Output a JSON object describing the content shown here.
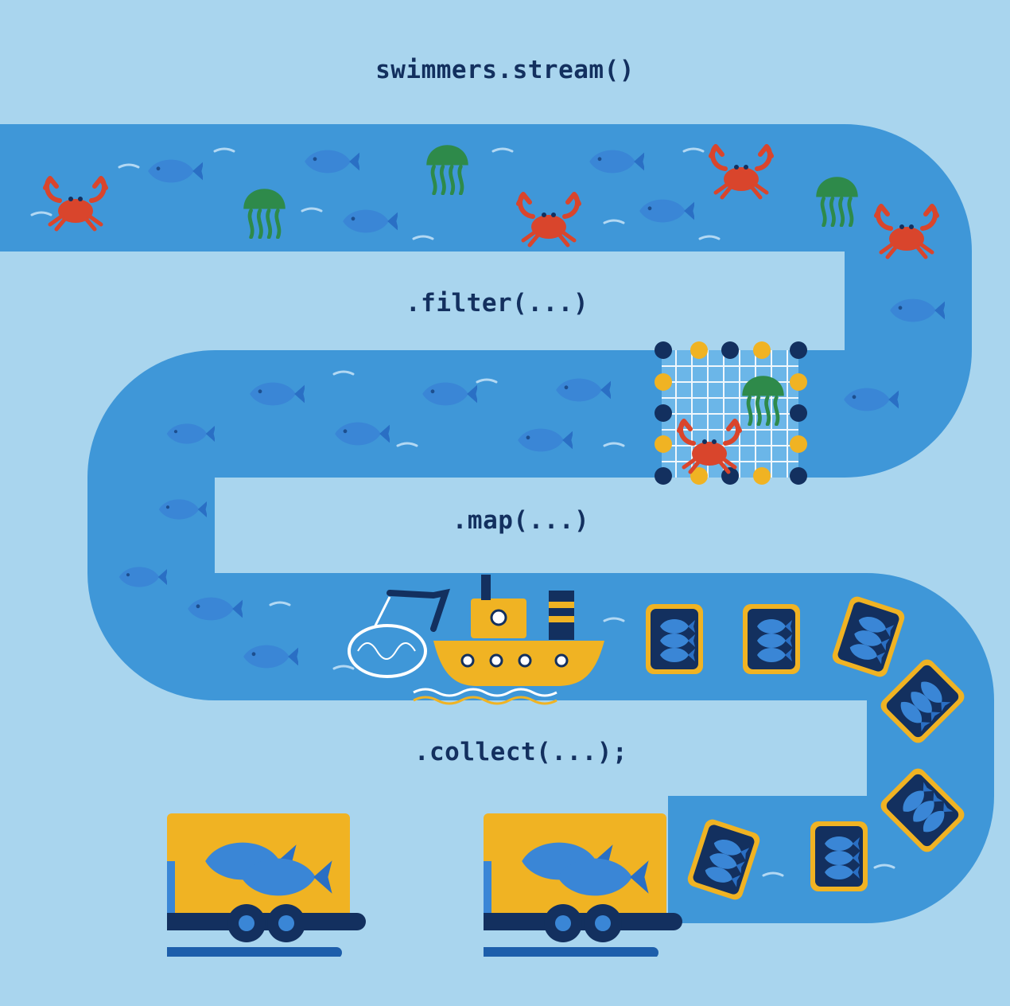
{
  "pipeline": {
    "stage_1": {
      "code": "swimmers.stream()"
    },
    "stage_2": {
      "code": ".filter(...)"
    },
    "stage_3": {
      "code": ".map(...)"
    },
    "stage_4": {
      "code": ".collect(...);"
    }
  },
  "icons": [
    "crab-icon",
    "jellyfish-icon",
    "fish-icon",
    "fishing-net-icon",
    "boat-icon",
    "fish-can-icon",
    "delivery-truck-icon"
  ],
  "colors": {
    "background": "#a9d5ee",
    "river": "#3f97d8",
    "fish": "#3a86d6",
    "crab": "#d9452c",
    "jellyfish": "#2e8a4a",
    "boat": "#f0b323",
    "dark_navy": "#13305f"
  }
}
